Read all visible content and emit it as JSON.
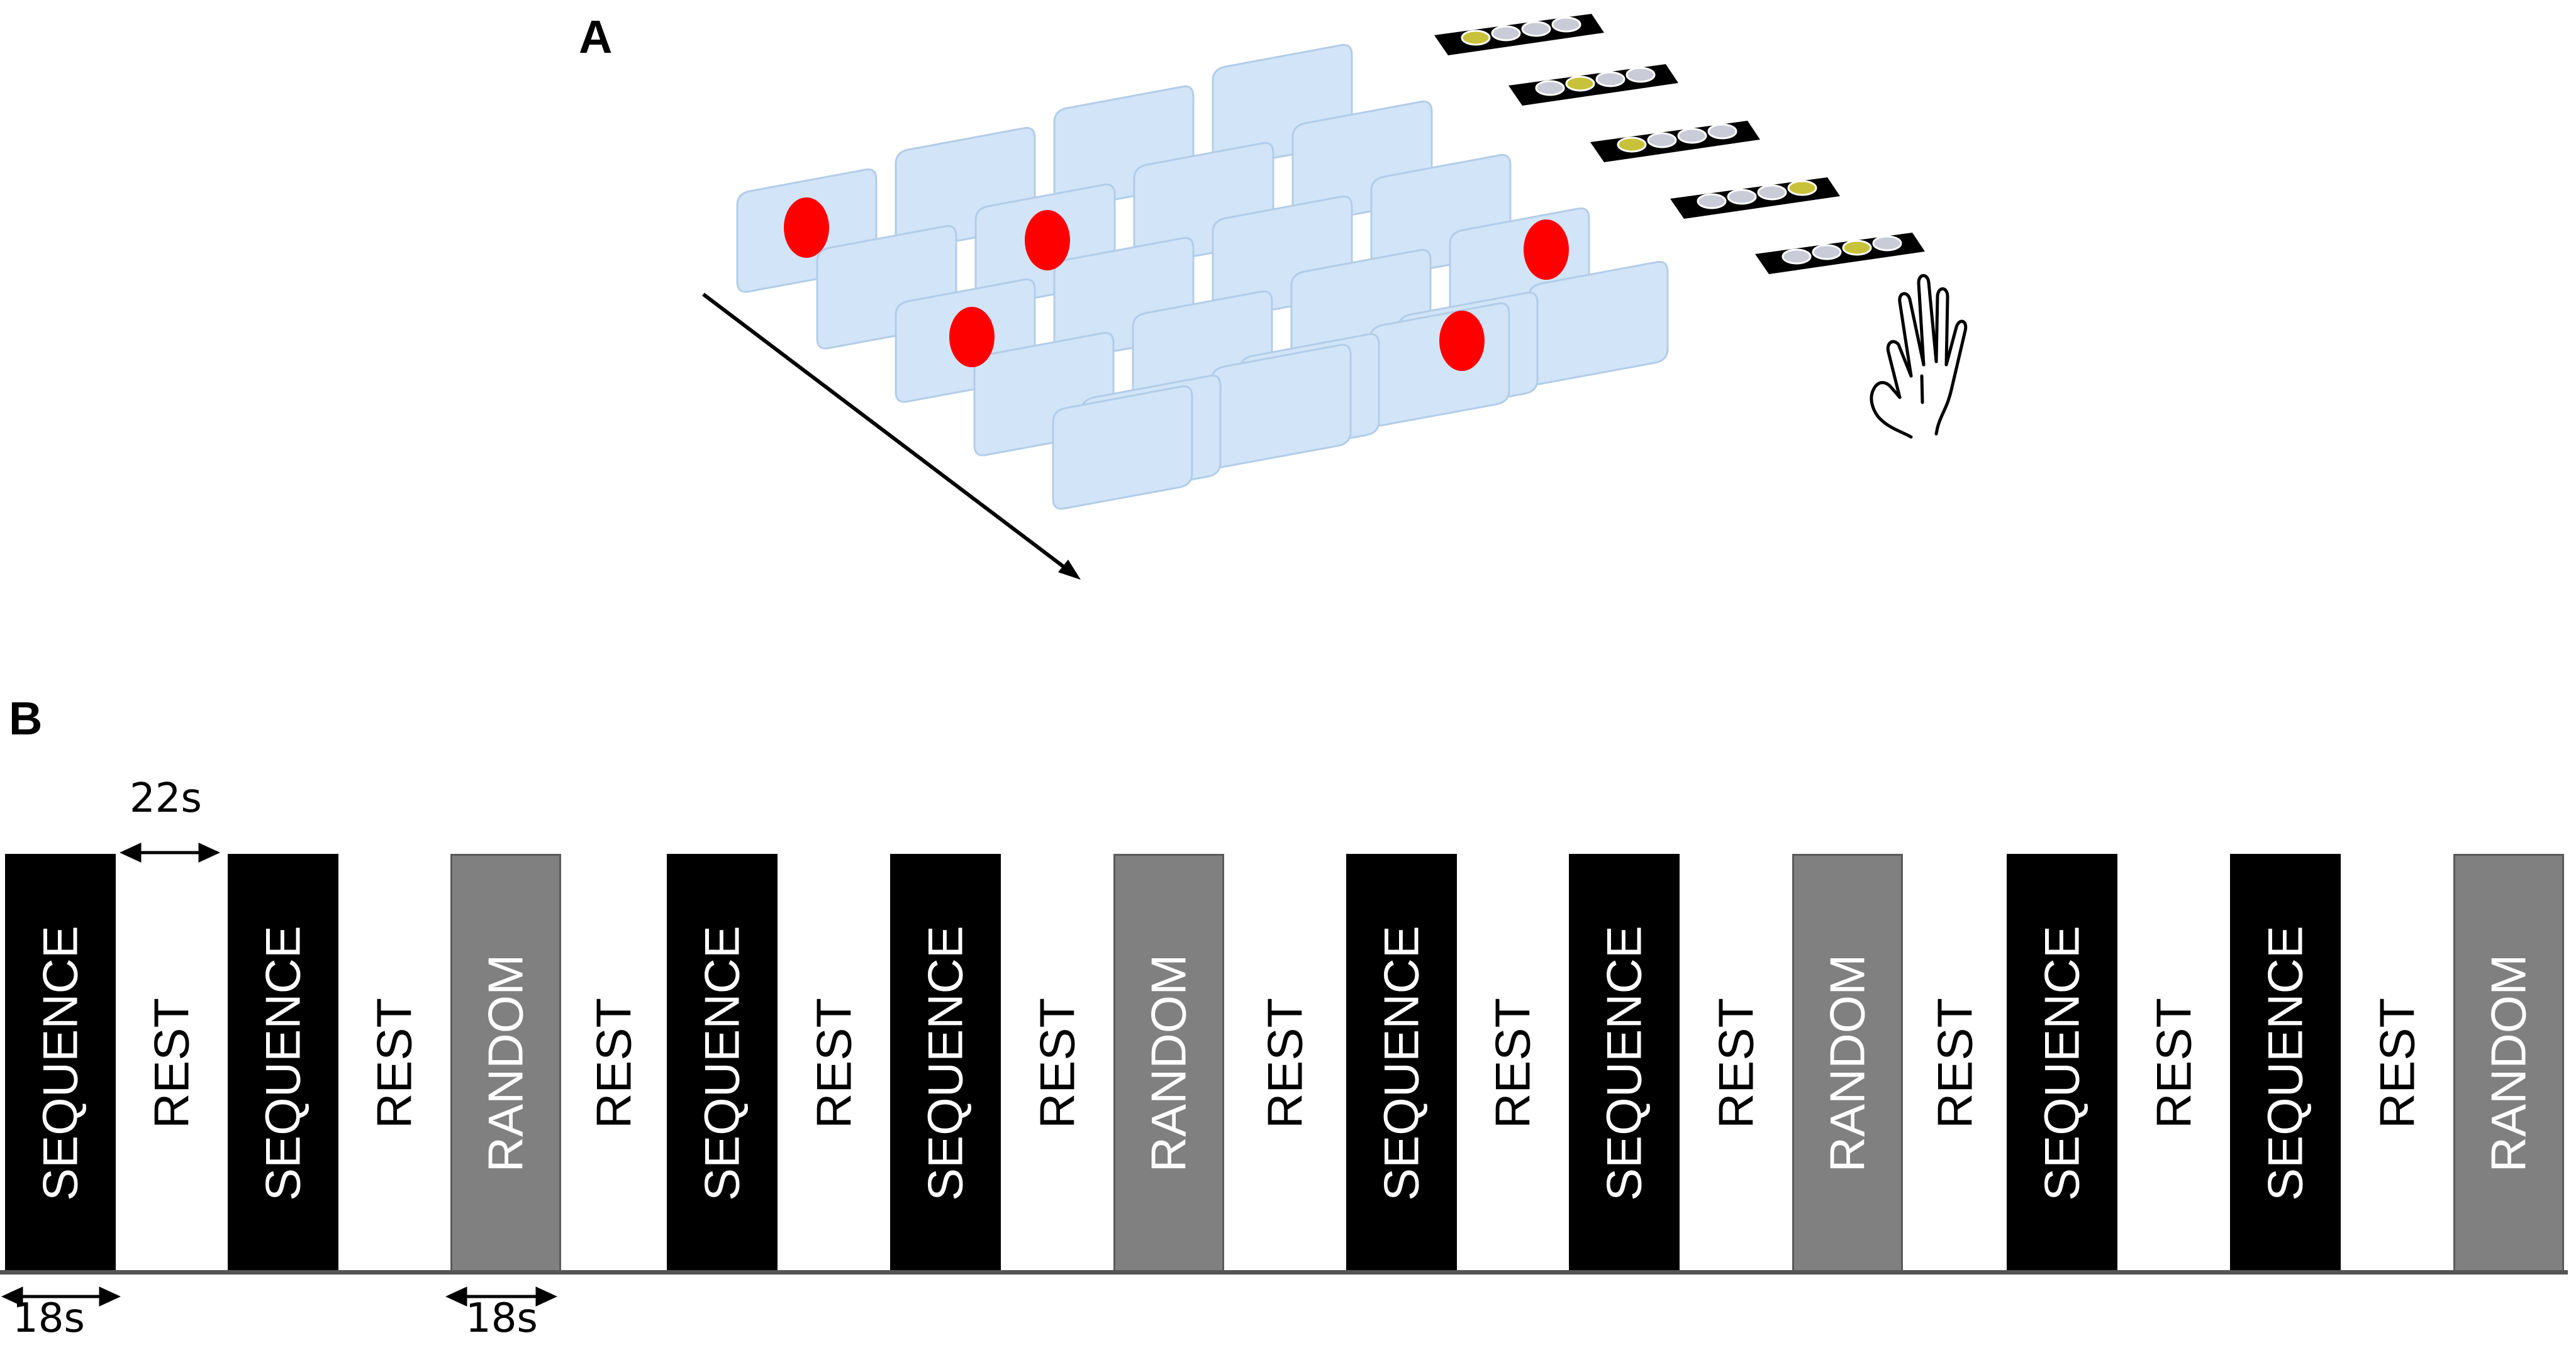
{
  "panels": {
    "a": "A",
    "b": "B"
  },
  "timeline": {
    "blocks": [
      {
        "kind": "seq",
        "label": "SEQUENCE"
      },
      {
        "kind": "seq",
        "label": "SEQUENCE"
      },
      {
        "kind": "rnd",
        "label": "RANDOM"
      },
      {
        "kind": "seq",
        "label": "SEQUENCE"
      },
      {
        "kind": "seq",
        "label": "SEQUENCE"
      },
      {
        "kind": "rnd",
        "label": "RANDOM"
      },
      {
        "kind": "seq",
        "label": "SEQUENCE"
      },
      {
        "kind": "seq",
        "label": "SEQUENCE"
      },
      {
        "kind": "rnd",
        "label": "RANDOM"
      },
      {
        "kind": "seq",
        "label": "SEQUENCE"
      },
      {
        "kind": "seq",
        "label": "SEQUENCE"
      },
      {
        "kind": "rnd",
        "label": "RANDOM"
      }
    ],
    "rest_label": "REST",
    "rest_duration": "22s",
    "block_duration_first": "18s",
    "block_duration_random": "18s"
  },
  "colors": {
    "sequence_block": "#000000",
    "random_block": "#808080",
    "tile": "#d2e4f8",
    "tile_edge": "#b3cde8",
    "dot": "#ff0000",
    "key_lit": "#c8c23a",
    "key_unlit": "#c9cbd6"
  },
  "icons": {
    "hand": "hand-icon",
    "keypad": "response-keypad-icon"
  }
}
